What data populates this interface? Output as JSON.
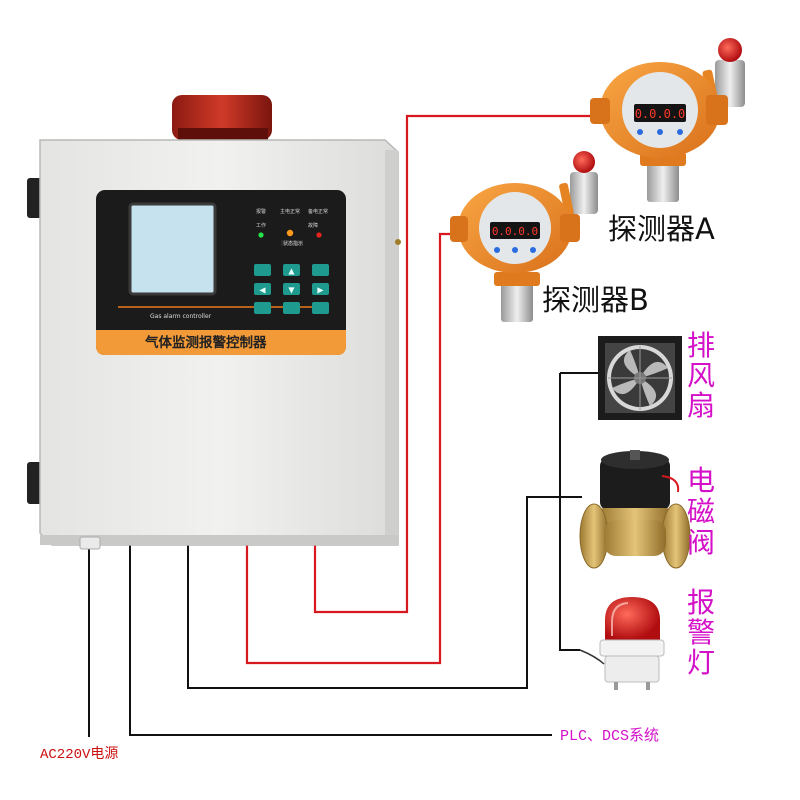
{
  "controller": {
    "panel_subtitle": "Gas alarm controller",
    "panel_title": "气体监测报警控制器",
    "indicators": [
      "报警",
      "主电正常",
      "备电正常",
      "工作",
      "故障"
    ],
    "center_tag": "状态指示",
    "keypad_keys": 9,
    "beacon_color": "#c0241a"
  },
  "detectors": [
    {
      "label": "探测器A",
      "display": "0.0.0.0",
      "body_color": "#f08a24"
    },
    {
      "label": "探测器B",
      "display": "0.0.0.0",
      "body_color": "#f08a24"
    }
  ],
  "outputs": [
    {
      "label": "排风扇",
      "icon": "exhaust-fan-icon"
    },
    {
      "label": "电磁阀",
      "icon": "solenoid-valve-icon"
    },
    {
      "label": "报警灯",
      "icon": "alarm-lamp-icon"
    }
  ],
  "power_label": "AC220V电源",
  "system_label": "PLC、DCS系统",
  "colors": {
    "signal_wire": "#d8181f",
    "control_wire": "#111111",
    "label_magenta": "#d411c8"
  }
}
